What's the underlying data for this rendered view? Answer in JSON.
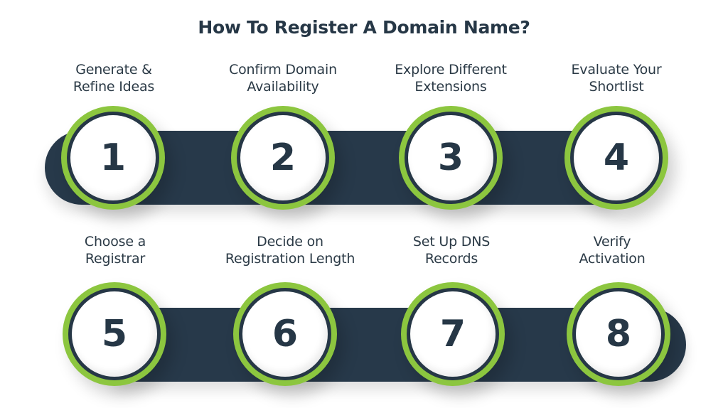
{
  "title": "How To Register A Domain Name?",
  "colors": {
    "bar": "#27394a",
    "ring_green": "#8cc63f",
    "ring_dark": "#263746",
    "text": "#2b3a46",
    "background": "#ffffff"
  },
  "steps": [
    {
      "number": "1",
      "line1": "Generate &",
      "line2": "Refine Ideas"
    },
    {
      "number": "2",
      "line1": "Confirm Domain",
      "line2": "Availability"
    },
    {
      "number": "3",
      "line1": "Explore Different",
      "line2": "Extensions"
    },
    {
      "number": "4",
      "line1": "Evaluate Your",
      "line2": "Shortlist"
    },
    {
      "number": "5",
      "line1": "Choose a",
      "line2": "Registrar"
    },
    {
      "number": "6",
      "line1": "Decide on",
      "line2": "Registration Length"
    },
    {
      "number": "7",
      "line1": "Set Up DNS",
      "line2": "Records"
    },
    {
      "number": "8",
      "line1": "Verify",
      "line2": "Activation"
    }
  ]
}
